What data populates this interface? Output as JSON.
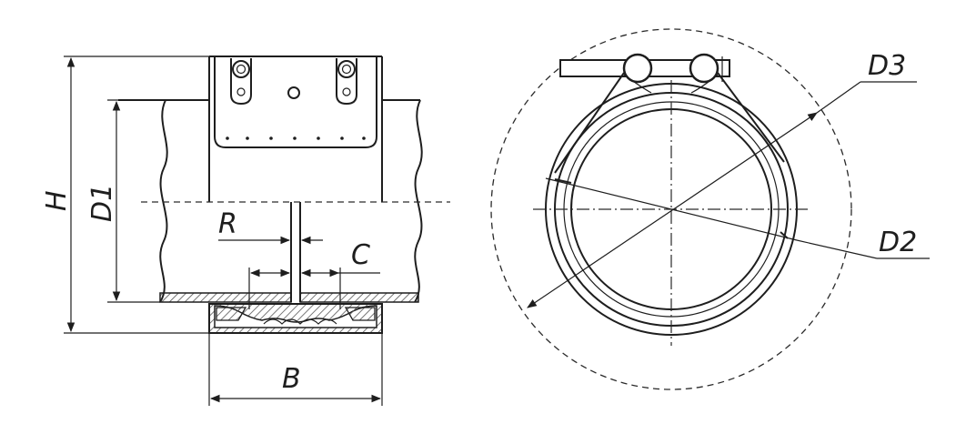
{
  "labels": {
    "H": "H",
    "D1": "D1",
    "R": "R",
    "C": "C",
    "B": "B",
    "D2": "D2",
    "D3": "D3"
  },
  "colors": {
    "line": "#1e1e1e",
    "hatch": "#555555",
    "background": "#ffffff"
  }
}
